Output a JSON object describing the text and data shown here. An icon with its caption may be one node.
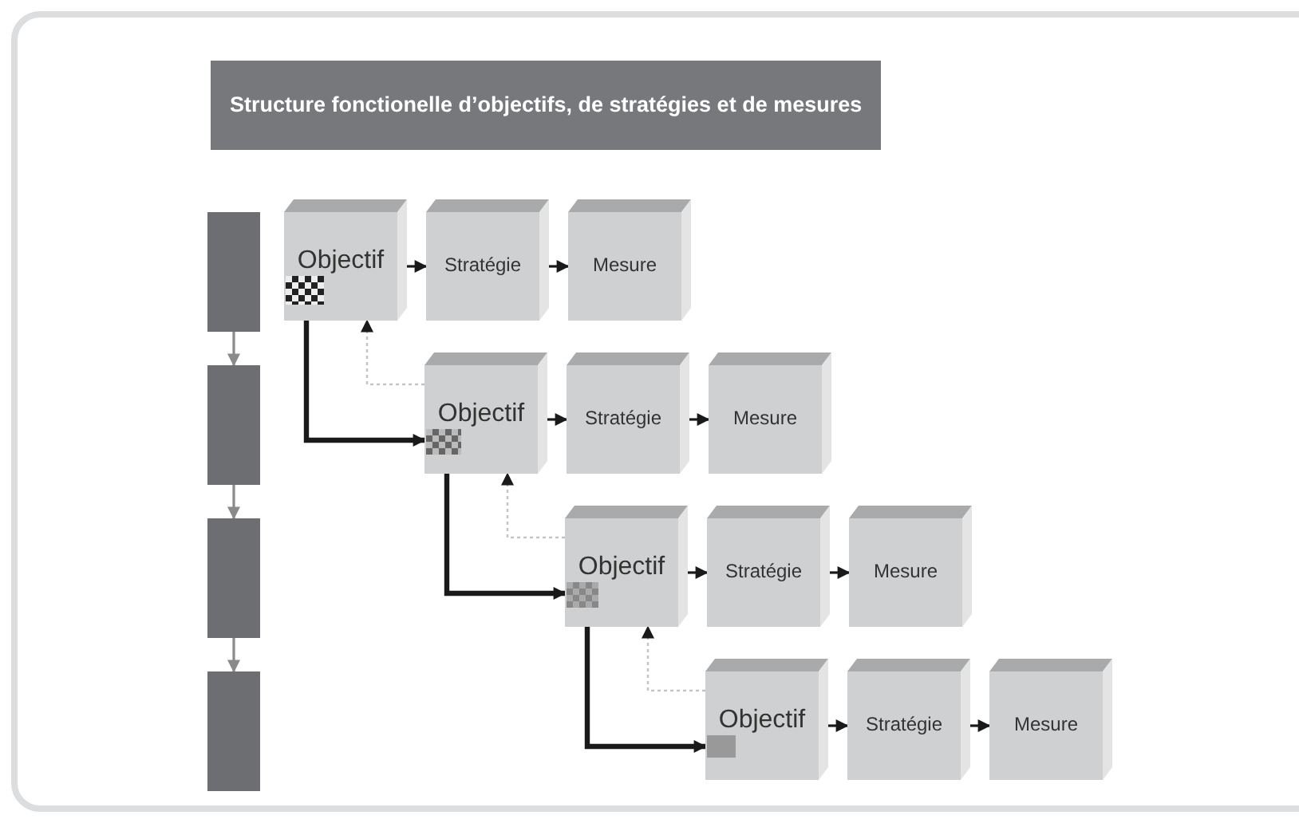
{
  "diagram": {
    "title": "Structure fonctionelle d’objectifs, de stratégies et de mesures",
    "nodes": [
      {
        "text": [],
        "shape": "bar"
      },
      {
        "text": [],
        "shape": "bar"
      },
      {
        "text": [],
        "shape": "bar"
      },
      {
        "text": [],
        "shape": "bar"
      },
      {
        "text": [
          "Objectif"
        ]
      },
      {
        "text": [
          "Stratégie"
        ]
      },
      {
        "text": [
          "Mesure"
        ]
      },
      {
        "text": [
          "Objectif"
        ]
      },
      {
        "text": [
          "Stratégie"
        ]
      },
      {
        "text": [
          "Mesure"
        ]
      },
      {
        "text": [
          "Objectif"
        ]
      },
      {
        "text": [
          "Stratégie"
        ]
      },
      {
        "text": [
          "Mesure"
        ]
      },
      {
        "text": [
          "Objectif"
        ]
      },
      {
        "text": [
          "Stratégie"
        ]
      },
      {
        "text": [
          "Mesure"
        ]
      }
    ],
    "edges": [
      {
        "from": 0,
        "to": 1,
        "arrow": "to",
        "color": "#8a8a8a"
      },
      {
        "from": 1,
        "to": 2,
        "arrow": "to",
        "color": "#8a8a8a"
      },
      {
        "from": 2,
        "to": 3,
        "arrow": "to",
        "color": "#8a8a8a"
      },
      {
        "from": 4,
        "to": 5,
        "arrow": "to"
      },
      {
        "from": 5,
        "to": 6,
        "arrow": "to"
      },
      {
        "from": 7,
        "to": 8,
        "arrow": "to"
      },
      {
        "from": 8,
        "to": 9,
        "arrow": "to"
      },
      {
        "from": 10,
        "to": 11,
        "arrow": "to"
      },
      {
        "from": 11,
        "to": 12,
        "arrow": "to"
      },
      {
        "from": 13,
        "to": 14,
        "arrow": "to"
      },
      {
        "from": 14,
        "to": 15,
        "arrow": "to"
      },
      {
        "from": 4,
        "to": 7,
        "arrow": "to",
        "style": "thick"
      },
      {
        "from": 7,
        "to": 10,
        "arrow": "to",
        "style": "thick"
      },
      {
        "from": 10,
        "to": 13,
        "arrow": "to",
        "style": "thick"
      },
      {
        "from": 7,
        "to": 4,
        "arrow": "to",
        "style": "dashed",
        "color": "#c4c4c4"
      },
      {
        "from": 10,
        "to": 7,
        "arrow": "to",
        "style": "dashed",
        "color": "#c4c4c4"
      },
      {
        "from": 13,
        "to": 10,
        "arrow": "to",
        "style": "dashed",
        "color": "#c4c4c4"
      }
    ]
  }
}
